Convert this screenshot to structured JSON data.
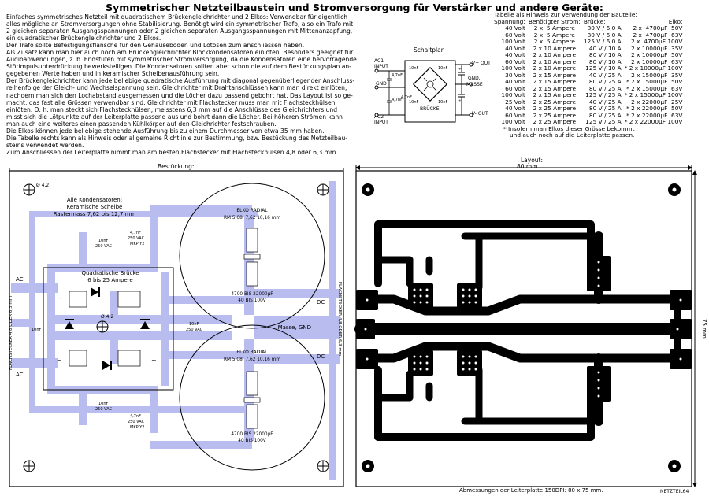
{
  "title": "Symmetrischer Netzteilbaustein und Stromversorgung für Verstärker und andere Geräte:",
  "intro_lines": [
    "Einfaches symmetrisches Netzteil mit quadratischem Brückengleichrichter und 2 Elkos: Verwendbar für eigentlich",
    "alles mögliche an Stromversorgungen ohne Stabilisierung. Benötigt wird ein symmetrischer Trafo, also ein Trafo mit",
    "2 gleichen separaten Ausgangsspannungen oder 2 gleichen separaten Ausgangsspannungen mit Mittenanzapfung,",
    "ein quadratischer Brückengleichrichter und 2 Elkos.",
    "Der Trafo sollte Befestigungsflansche für den Gehäuseboden und Lötösen zum anschliessen haben.",
    "Als Zusatz kann man hier auch noch am Brückengleichrichter Blockkondensatoren einlöten. Besonders geeignet für",
    "Audioanwendungen, z. b. Endstufen mit symmetrischer Stromversorgung, da die Kondensatoren eine hervorragende",
    "Störimpulsunterdrückung bewerkstelligen. Die Kondensatoren sollten aber schon die auf dem Bestückungsplan an-",
    "gegebenen Werte haben und in keramischer Scheibenausführung sein.",
    "Der Brückengleichrichter kann jede beliebige quadratische Ausführung mit diagonal gegenüberliegender Anschluss-",
    "reihenfolge der Gleich- und Wechselspannung sein. Gleichrichter mit Drahtanschlüssen kann man direkt einlöten,",
    "nachdem man sich den Lochabstand ausgemessen und die Löcher dazu passend gebohrt hat. Das Layout ist so ge-",
    "macht, das fast alle Grössen verwendbar sind. Gleichrichter mit Flachstecker muss man mit Flachsteckhülsen",
    "einlöten. D. h. man steckt sich Flachsteckhülsen, meisstens 6,3 mm auf die Anschlüsse des Gleichrichters und",
    "misst sich die Lötpunkte auf der Leiterplatte passend aus und bohrt dann die Löcher. Bei höheren Strömen kann",
    "man auch eine weiteres einen passenden Kühlkörper auf den Gleichrichter festschrauben.",
    "Die Elkos können jede beliebige stehende Ausführung bis zu einem Durchmesser von etwa 35 mm haben.",
    "Die Tabelle rechts kann als Hinweis oder allgemeine Richtlinie zur Bestimmung, bzw. Bestückung des Netzteilbau-",
    "steins verwendet werden.",
    "Zum Anschliessen der Leiterplatte nimmt man am besten Flachstecker mit Flachsteckhülsen 4,8 oder 6,3 mm."
  ],
  "schematic": {
    "title": "Schaltplan",
    "ac1": "AC1",
    "ac1_sub": "INPUT",
    "gnd": "GND",
    "ac2": "AC2",
    "ac2_sub": "INPUT",
    "vplus": "V+ OUT",
    "gnd_out": "GND,",
    "masse": "MASSE",
    "vminus": "V- OUT",
    "brucke": "BRÜCKE",
    "c1": "10nF",
    "c2": "10nF",
    "c3": "10nF",
    "c4": "10nF",
    "c5": "4,7nF",
    "c6": "4,7nF",
    "c7": "4,7nF"
  },
  "table": {
    "caption": "Tabelle als Hinweis zur Verwendung der Bauteile:",
    "headers": [
      "Spannung:",
      "Benötigter Strom:",
      "Brücke:",
      "Elko:"
    ],
    "rows": [
      [
        "40 Volt",
        "2 x  5 Ampere",
        "80 V / 6,0 A",
        "2 x  4700µF  50V"
      ],
      [
        "60 Volt",
        "2 x  5 Ampere",
        "80 V / 6,0 A",
        "2 x  4700µF  63V"
      ],
      [
        "100 Volt",
        "2 x  5 Ampere",
        "125 V / 6,0 A",
        "2 x  4700µF 100V"
      ],
      [
        "40 Volt",
        "2 x 10 Ampere",
        "40 V / 10 A",
        "2 x 10000µF  35V"
      ],
      [
        "40 Volt",
        "2 x 10 Ampere",
        "80 V / 10 A",
        "2 x 10000µF  50V"
      ],
      [
        "60 Volt",
        "2 x 10 Ampere",
        "80 V / 10 A",
        "2 x 10000µF  63V"
      ],
      [
        "100 Volt",
        "2 x 10 Ampere",
        "125 V / 10 A",
        "* 2 x 10000µF 100V"
      ],
      [
        "30 Volt",
        "2 x 15 Ampere",
        "40 V / 25 A",
        "2 x 15000µF  35V"
      ],
      [
        "40 Volt",
        "2 x 15 Ampere",
        "80 V / 25 A",
        "* 2 x 15000µF  50V"
      ],
      [
        "60 Volt",
        "2 x 15 Ampere",
        "80 V / 25 A",
        "* 2 x 15000µF  63V"
      ],
      [
        "100 Volt",
        "2 x 15 Ampere",
        "125 V / 25 A",
        "* 2 x 15000µF 100V"
      ],
      [
        "25 Volt",
        "2 x 25 Ampere",
        "40 V / 25 A",
        "2 x 22000µF  25V"
      ],
      [
        "40 Volt",
        "2 x 25 Ampere",
        "80 V / 25 A",
        "* 2 x 22000µF  50V"
      ],
      [
        "60 Volt",
        "2 x 25 Ampere",
        "80 V / 25 A",
        "* 2 x 22000µF  63V"
      ],
      [
        "100 Volt",
        "2 x 25 Ampere",
        "125 V / 25 A",
        "* 2 x 22000µF 100V"
      ]
    ],
    "note_line1": "* Insofern man Elkos dieser Grösse bekommt",
    "note_line2": "und auch noch auf die Leiterplatte passen."
  },
  "bestueckung": {
    "label": "Bestückung:",
    "cap_note1": "Alle Kondensatoren:",
    "cap_note2": "Keramische Scheibe",
    "cap_note3": "Rastermass 7,62 bis 12,7 mm",
    "bridge1": "Quadratische Brücke",
    "bridge2": "6 bis 25 Ampere",
    "elko_title": "ELKO RADIAL",
    "elko_rm": "RM 5,08, 7,62 10,16 mm",
    "elko_val1": "4700 BIS 22000µF",
    "elko_val2": "40 BIS 100V",
    "cap10n_1": "10nF",
    "cap10n_2": "250 VAC",
    "cap47n_1": "4,7nF",
    "cap47n_2": "250 VAC",
    "cap47n_3": "MKP Y2",
    "hole": "Ø 4,2",
    "ac": "AC",
    "dc": "DC",
    "masse_gnd": "Masse, GND",
    "flach": "FLACHSTECKER 4,8 ODER 6,3 mm",
    "plus": "+",
    "tilde": "~"
  },
  "layout": {
    "label": "Layout:",
    "width": "80 mm",
    "height": "75 mm",
    "dimensions": "Abmessungen der Leiterplatte 150DPI: 80 x 75 mm.",
    "signature": "NETZTEIL64"
  },
  "colors": {
    "trace_light": "#b8bcee",
    "copper": "#000000"
  }
}
